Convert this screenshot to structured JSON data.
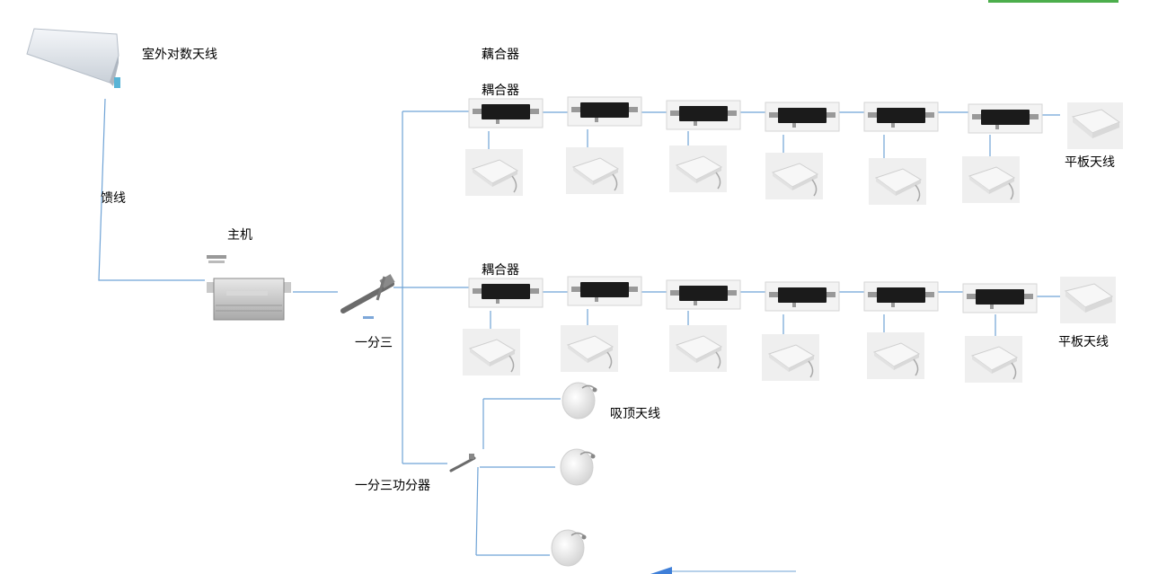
{
  "labels": {
    "outdoor_antenna": "室外对数天线",
    "feeder": "馈线",
    "host": "主机",
    "coupler_top": "藕合器",
    "coupler_row1": "耦合器",
    "coupler_row2": "耦合器",
    "splitter_main": "一分三",
    "splitter_power": "一分三功分器",
    "panel_antenna_row1": "平板天线",
    "panel_antenna_row2": "平板天线",
    "ceiling_antenna": "吸顶天线"
  },
  "colors": {
    "wire": "#6fa3d6",
    "coupler": "#1b1b1b",
    "accent_green": "#4cae4c"
  },
  "icons": {
    "outdoor_antenna": "log-periodic-antenna-icon",
    "host": "repeater-icon",
    "splitter": "power-splitter-icon",
    "coupler": "coupler-icon",
    "panel_antenna": "panel-antenna-icon",
    "ceiling_antenna": "ceiling-antenna-icon"
  }
}
